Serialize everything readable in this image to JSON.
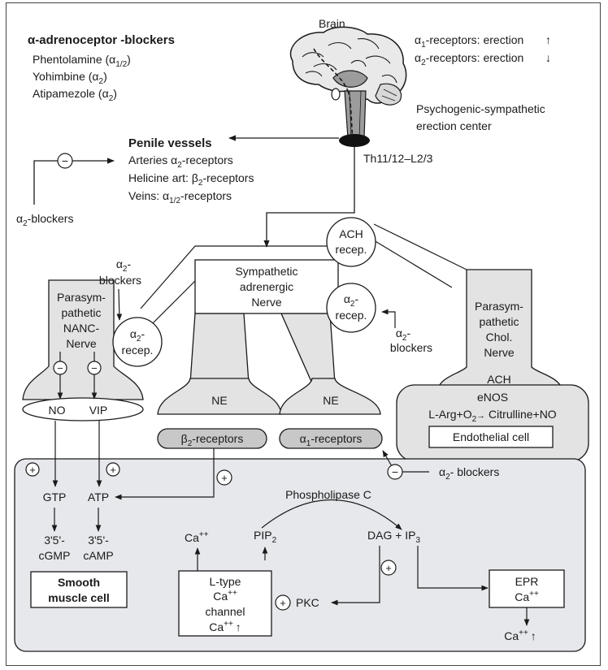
{
  "title": {
    "alpha": "α",
    "text": "-adrenoceptor -blockers"
  },
  "blockers_list": [
    {
      "name": "Phentolamine (",
      "sym": "α",
      "sub": "1/2",
      "close": ")"
    },
    {
      "name": "Yohimbine (",
      "sym": "α",
      "sub": "2",
      "close": ")"
    },
    {
      "name": "Atipamezole (",
      "sym": "α",
      "sub": "2",
      "close": ")"
    }
  ],
  "brain": {
    "label": "Brain",
    "r1": {
      "sym": "α",
      "sub": "1",
      "text": "-receptors: erection",
      "arrow": "↑"
    },
    "r2": {
      "sym": "α",
      "sub": "2",
      "text": "-receptors: erection",
      "arrow": "↓"
    },
    "center_l1": "Psychogenic-sympathetic",
    "center_l2": "erection center",
    "spinal": "Th11/12–L2/3"
  },
  "penile": {
    "title": "Penile vessels",
    "l1": {
      "a": "Arteries ",
      "sym": "α",
      "sub": "2",
      "b": "-receptors"
    },
    "l2": {
      "a": "Helicine art: ",
      "sym": "β",
      "sub": "2",
      "b": "-receptors"
    },
    "l3": {
      "a": "Veins: ",
      "sym": "α",
      "sub": "1/2",
      "b": "-receptors"
    }
  },
  "minus": "−",
  "plus": "+",
  "a2_blockers_left": {
    "sym": "α",
    "sub": "2",
    "text": "-blockers"
  },
  "a2_blockers_top": {
    "sym": "α",
    "sub": "2",
    "l1": "-",
    "l2": "blockers"
  },
  "a2_blockers_mid": {
    "sym": "α",
    "sub": "2",
    "l1": "-",
    "l2": "blockers"
  },
  "a2_blockers_right": {
    "sym": "α",
    "sub": "2",
    "text": "- blockers"
  },
  "ach_recep": {
    "l1": "ACH",
    "l2": "recep."
  },
  "a2_recep": {
    "sym": "α",
    "sub": "2",
    "l1": "-",
    "l2": "recep."
  },
  "sympathetic": {
    "l1": "Sympathetic",
    "l2": "adrenergic",
    "l3": "Nerve"
  },
  "nanc": {
    "l1": "Parasym-",
    "l2": "pathetic",
    "l3": "NANC-",
    "l4": "Nerve"
  },
  "chol": {
    "l1": "Parasym-",
    "l2": "pathetic",
    "l3": "Chol.",
    "l4": "Nerve"
  },
  "ne": "NE",
  "no": "NO",
  "vip": "VIP",
  "ach": "ACH",
  "enos": {
    "title": "eNOS",
    "eq_a": "L-Arg+O",
    "eq_sub": "2",
    "eq_arrow": "→",
    "eq_b": " Citrulline+NO"
  },
  "endothelial": "Endothelial cell",
  "beta2_receptors": {
    "sym": "β",
    "sub": "2",
    "text": "-receptors"
  },
  "alpha1_receptors": {
    "sym": "α",
    "sub": "1",
    "text": "-receptors"
  },
  "phospholipase": "Phospholipase C",
  "gtp": "GTP",
  "atp": "ATP",
  "cgmp": {
    "l1": "3'5'-",
    "l2": "cGMP"
  },
  "camp": {
    "l1": "3'5'-",
    "l2": "cAMP"
  },
  "smooth": {
    "l1": "Smooth",
    "l2": "muscle cell"
  },
  "ca_top": {
    "a": "Ca",
    "sup": "++"
  },
  "pip2": {
    "a": "PIP",
    "sub": "2"
  },
  "dag": {
    "a": "DAG + IP",
    "sub": "3"
  },
  "ltype": {
    "l1": "L-type",
    "l2": "Ca",
    "l2sup": "++",
    "l3": "channel",
    "l4": "Ca",
    "l4sup": "++",
    "arrow": "↑"
  },
  "pkc": "PKC",
  "epr": {
    "l1": "EPR",
    "l2": "Ca",
    "l2sup": "++"
  },
  "ca_bottom": {
    "a": "Ca",
    "sup": "++",
    "arrow": "↑"
  }
}
